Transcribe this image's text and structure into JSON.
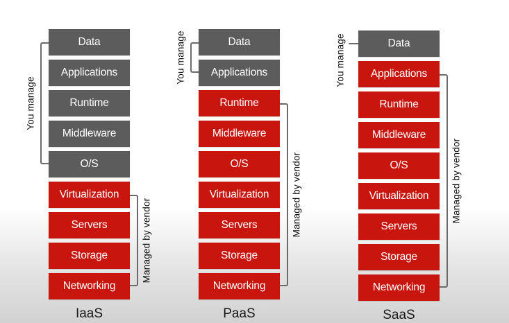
{
  "columns": [
    {
      "title": "IaaS",
      "layers": [
        "Data",
        "Applications",
        "Runtime",
        "Middleware",
        "O/S",
        "Virtualization",
        "Servers",
        "Storage",
        "Networking"
      ],
      "you_manage_count": 5,
      "you_manage_label": "You manage",
      "vendor_label": "Managed by vendor"
    },
    {
      "title": "PaaS",
      "layers": [
        "Data",
        "Applications",
        "Runtime",
        "Middleware",
        "O/S",
        "Virtualization",
        "Servers",
        "Storage",
        "Networking"
      ],
      "you_manage_count": 2,
      "you_manage_label": "You manage",
      "vendor_label": "Managed by vendor"
    },
    {
      "title": "SaaS",
      "layers": [
        "Data",
        "Applications",
        "Runtime",
        "Middleware",
        "O/S",
        "Virtualization",
        "Servers",
        "Storage",
        "Networking"
      ],
      "you_manage_count": 1,
      "you_manage_label": "You manage",
      "vendor_label": "Managed by vendor"
    }
  ],
  "colors": {
    "you_manage": "#5c5c5c",
    "vendor": "#c8160e"
  }
}
